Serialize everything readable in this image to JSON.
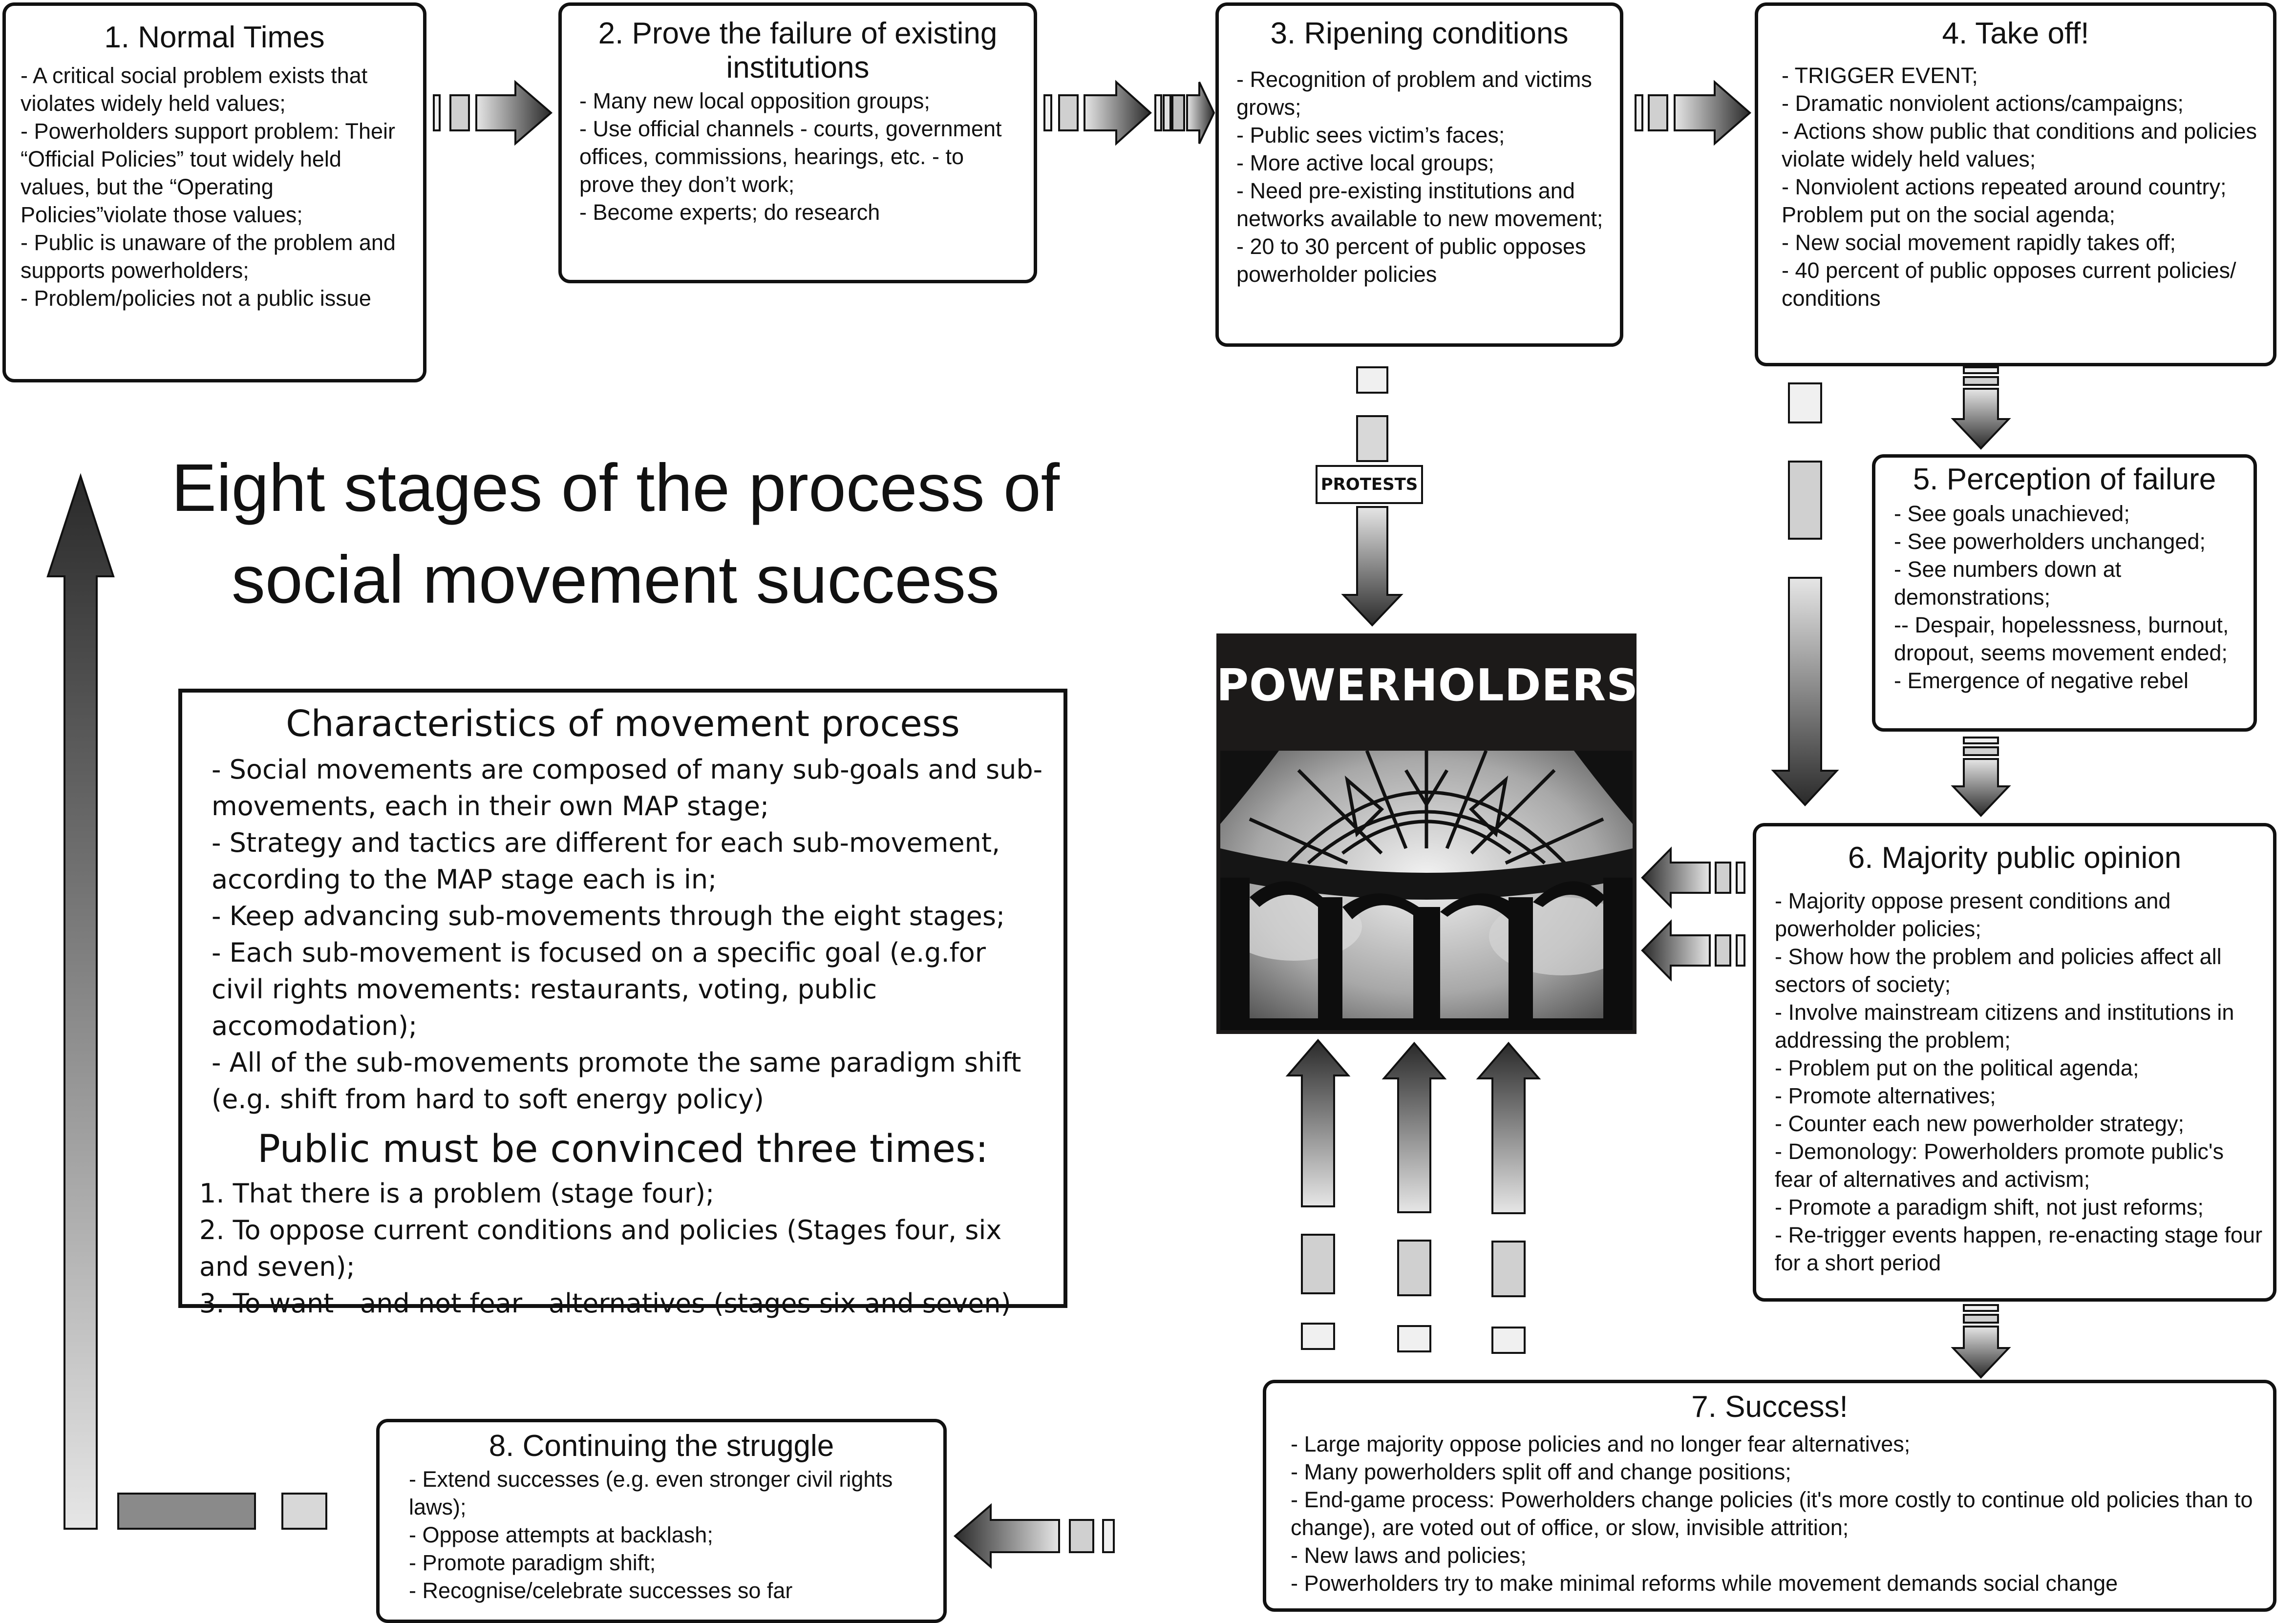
{
  "title": "Eight stages of the process of social movement success",
  "stages": {
    "s1": {
      "title": "1. Normal Times",
      "lines": [
        "- A critical social problem exists that violates widely held values;",
        "- Powerholders support problem: Their “Official Policies” tout widely held values, but the “Operating Policies”violate those values;",
        "- Public is unaware of the problem and supports powerholders;",
        "- Problem/policies not a public issue"
      ]
    },
    "s2": {
      "title": "2. Prove the failure of existing institutions",
      "lines": [
        "- Many new local opposition groups;",
        "- Use official channels - courts, government offices, commissions, hearings, etc. - to prove they don’t work;",
        "- Become experts; do research"
      ]
    },
    "s3": {
      "title": "3. Ripening conditions",
      "lines": [
        "- Recognition of problem and victims grows;",
        "- Public sees victim’s faces;",
        "- More active local groups;",
        "- Need pre-existing institutions and networks available to new movement;",
        "- 20 to 30 percent of public opposes powerholder policies"
      ]
    },
    "s4": {
      "title": "4. Take off!",
      "lines": [
        "- TRIGGER EVENT;",
        "- Dramatic nonviolent actions/campaigns;",
        "- Actions show public that conditions and policies violate widely held values;",
        "- Nonviolent actions repeated around country; Problem put on the social agenda;",
        "- New social movement rapidly takes off;",
        "- 40 percent of public opposes current policies/ conditions"
      ]
    },
    "s5": {
      "title": "5. Perception of failure",
      "lines": [
        "- See  goals unachieved;",
        "- See powerholders unchanged;",
        "- See numbers down at demonstrations;",
        "-- Despair, hopelessness, burnout, dropout, seems movement ended;",
        "- Emergence of negative rebel"
      ]
    },
    "s6": {
      "title": "6. Majority public opinion",
      "lines": [
        "- Majority oppose present conditions and powerholder policies;",
        "- Show how the problem and policies affect all sectors of society;",
        "- Involve mainstream citizens and institutions in addressing the problem;",
        "- Problem put on the political agenda;",
        "- Promote alternatives;",
        "- Counter each new powerholder strategy;",
        "- Demonology: Powerholders promote public's fear of alternatives and activism;",
        "- Promote a paradigm shift, not just reforms;",
        "- Re-trigger events happen, re-enacting stage four for a short period"
      ]
    },
    "s7": {
      "title": "7. Success!",
      "lines": [
        "- Large majority oppose policies and no longer fear alternatives;",
        "- Many powerholders split off and change positions;",
        "- End-game process: Powerholders change policies (it's more costly to continue old policies than to change), are voted out of office, or slow, invisible attrition;",
        "- New laws and policies;",
        "- Powerholders try to make minimal reforms while movement demands social change"
      ]
    },
    "s8": {
      "title": "8. Continuing the struggle",
      "lines": [
        "- Extend successes (e.g. even stronger civil rights laws);",
        "- Oppose attempts at backlash;",
        "- Promote paradigm shift;",
        "- Recognise/celebrate successes so far"
      ]
    }
  },
  "characteristics": {
    "title": "Characteristics of movement process",
    "lines": [
      "- Social movements are composed of many sub-goals and sub-movements, each in their own MAP stage;",
      "- Strategy and tactics are different for each sub-movement, according to the MAP stage each is in;",
      "- Keep advancing sub-movements through the eight stages;",
      "- Each sub-movement is focused on a specific goal (e.g.for civil rights movements: restaurants, voting, public accomodation);",
      "- All of the sub-movements promote the same paradigm shift (e.g. shift from hard to soft energy policy)"
    ],
    "convinced_title": "Public must be convinced three times:",
    "convinced": [
      "1. That there is a problem (stage four);",
      "2. To oppose current conditions and policies (Stages four, six and seven);",
      "3. To want - and not fear - alternatives (stages six and seven)"
    ]
  },
  "powerholders": {
    "label": "POWERHOLDERS"
  },
  "protests_label": "PROTESTS",
  "colors": {
    "border": "#111111",
    "arrow_dark": "#2a2a2a",
    "arrow_light": "#e6e6e6",
    "panel": "#1c1a19"
  }
}
